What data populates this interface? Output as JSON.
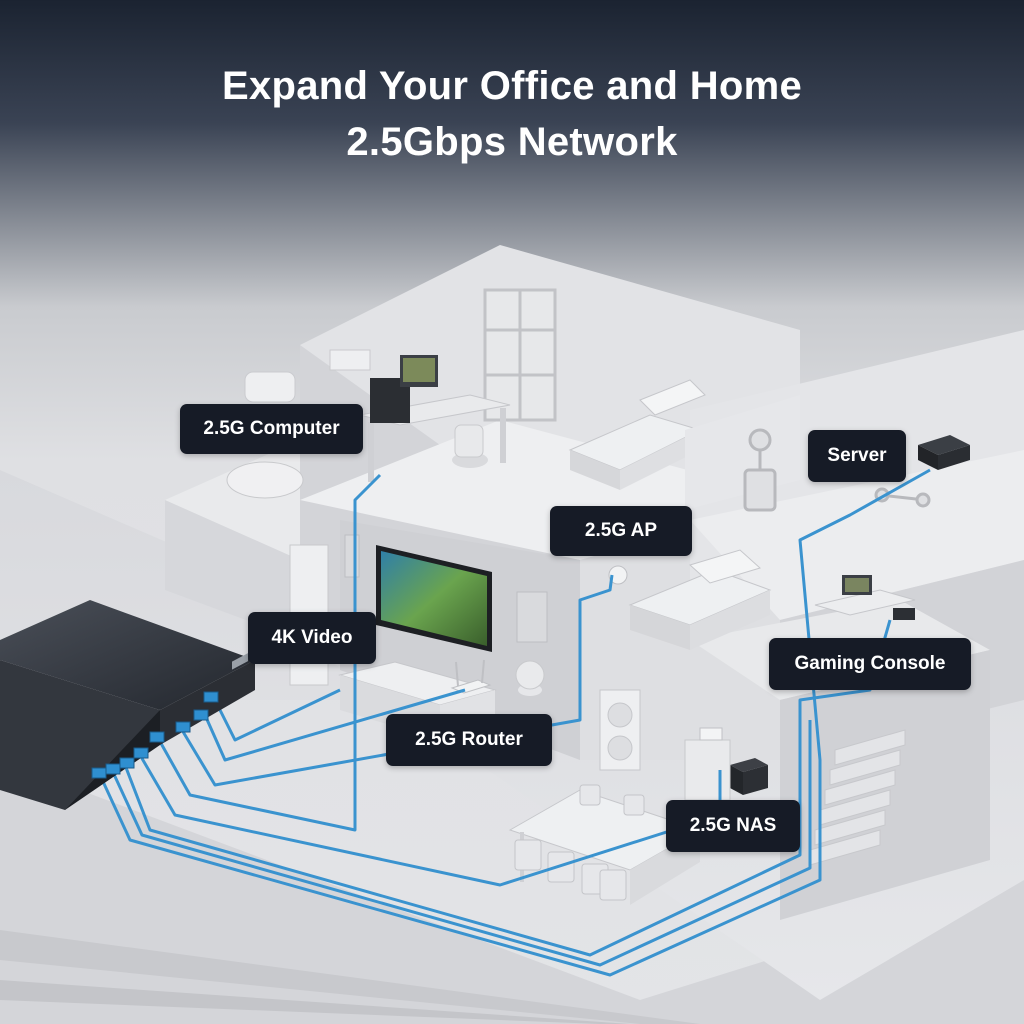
{
  "headline": {
    "line1": "Expand Your Office and Home",
    "line2": "2.5Gbps Network"
  },
  "labels": {
    "computer": "2.5G Computer",
    "server": "Server",
    "ap": "2.5G AP",
    "video": "4K Video",
    "gaming": "Gaming Console",
    "router": "2.5G Router",
    "nas": "2.5G NAS"
  },
  "colors": {
    "cable": "#3a93cf",
    "label_bg": "#161b26",
    "label_text": "#ffffff",
    "port": "#2f8fd0",
    "wall": "#dcdde1"
  }
}
